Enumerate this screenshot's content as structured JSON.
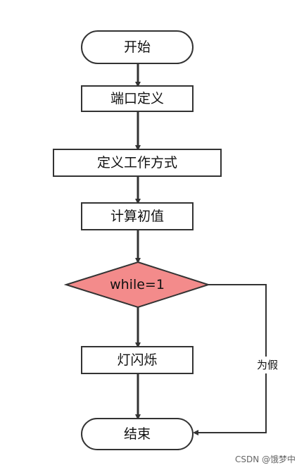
{
  "flowchart": {
    "nodes": {
      "start": "开始",
      "port_def": "端口定义",
      "mode_def": "定义工作方式",
      "init_calc": "计算初值",
      "while_cond": "while=1",
      "led_blink": "灯闪烁",
      "end": "结束"
    },
    "edges": {
      "false_label": "为假"
    },
    "colors": {
      "stroke": "#333333",
      "decision_fill": "#f38b8b",
      "box_fill": "#ffffff"
    }
  },
  "watermark": "CSDN @饿梦中"
}
